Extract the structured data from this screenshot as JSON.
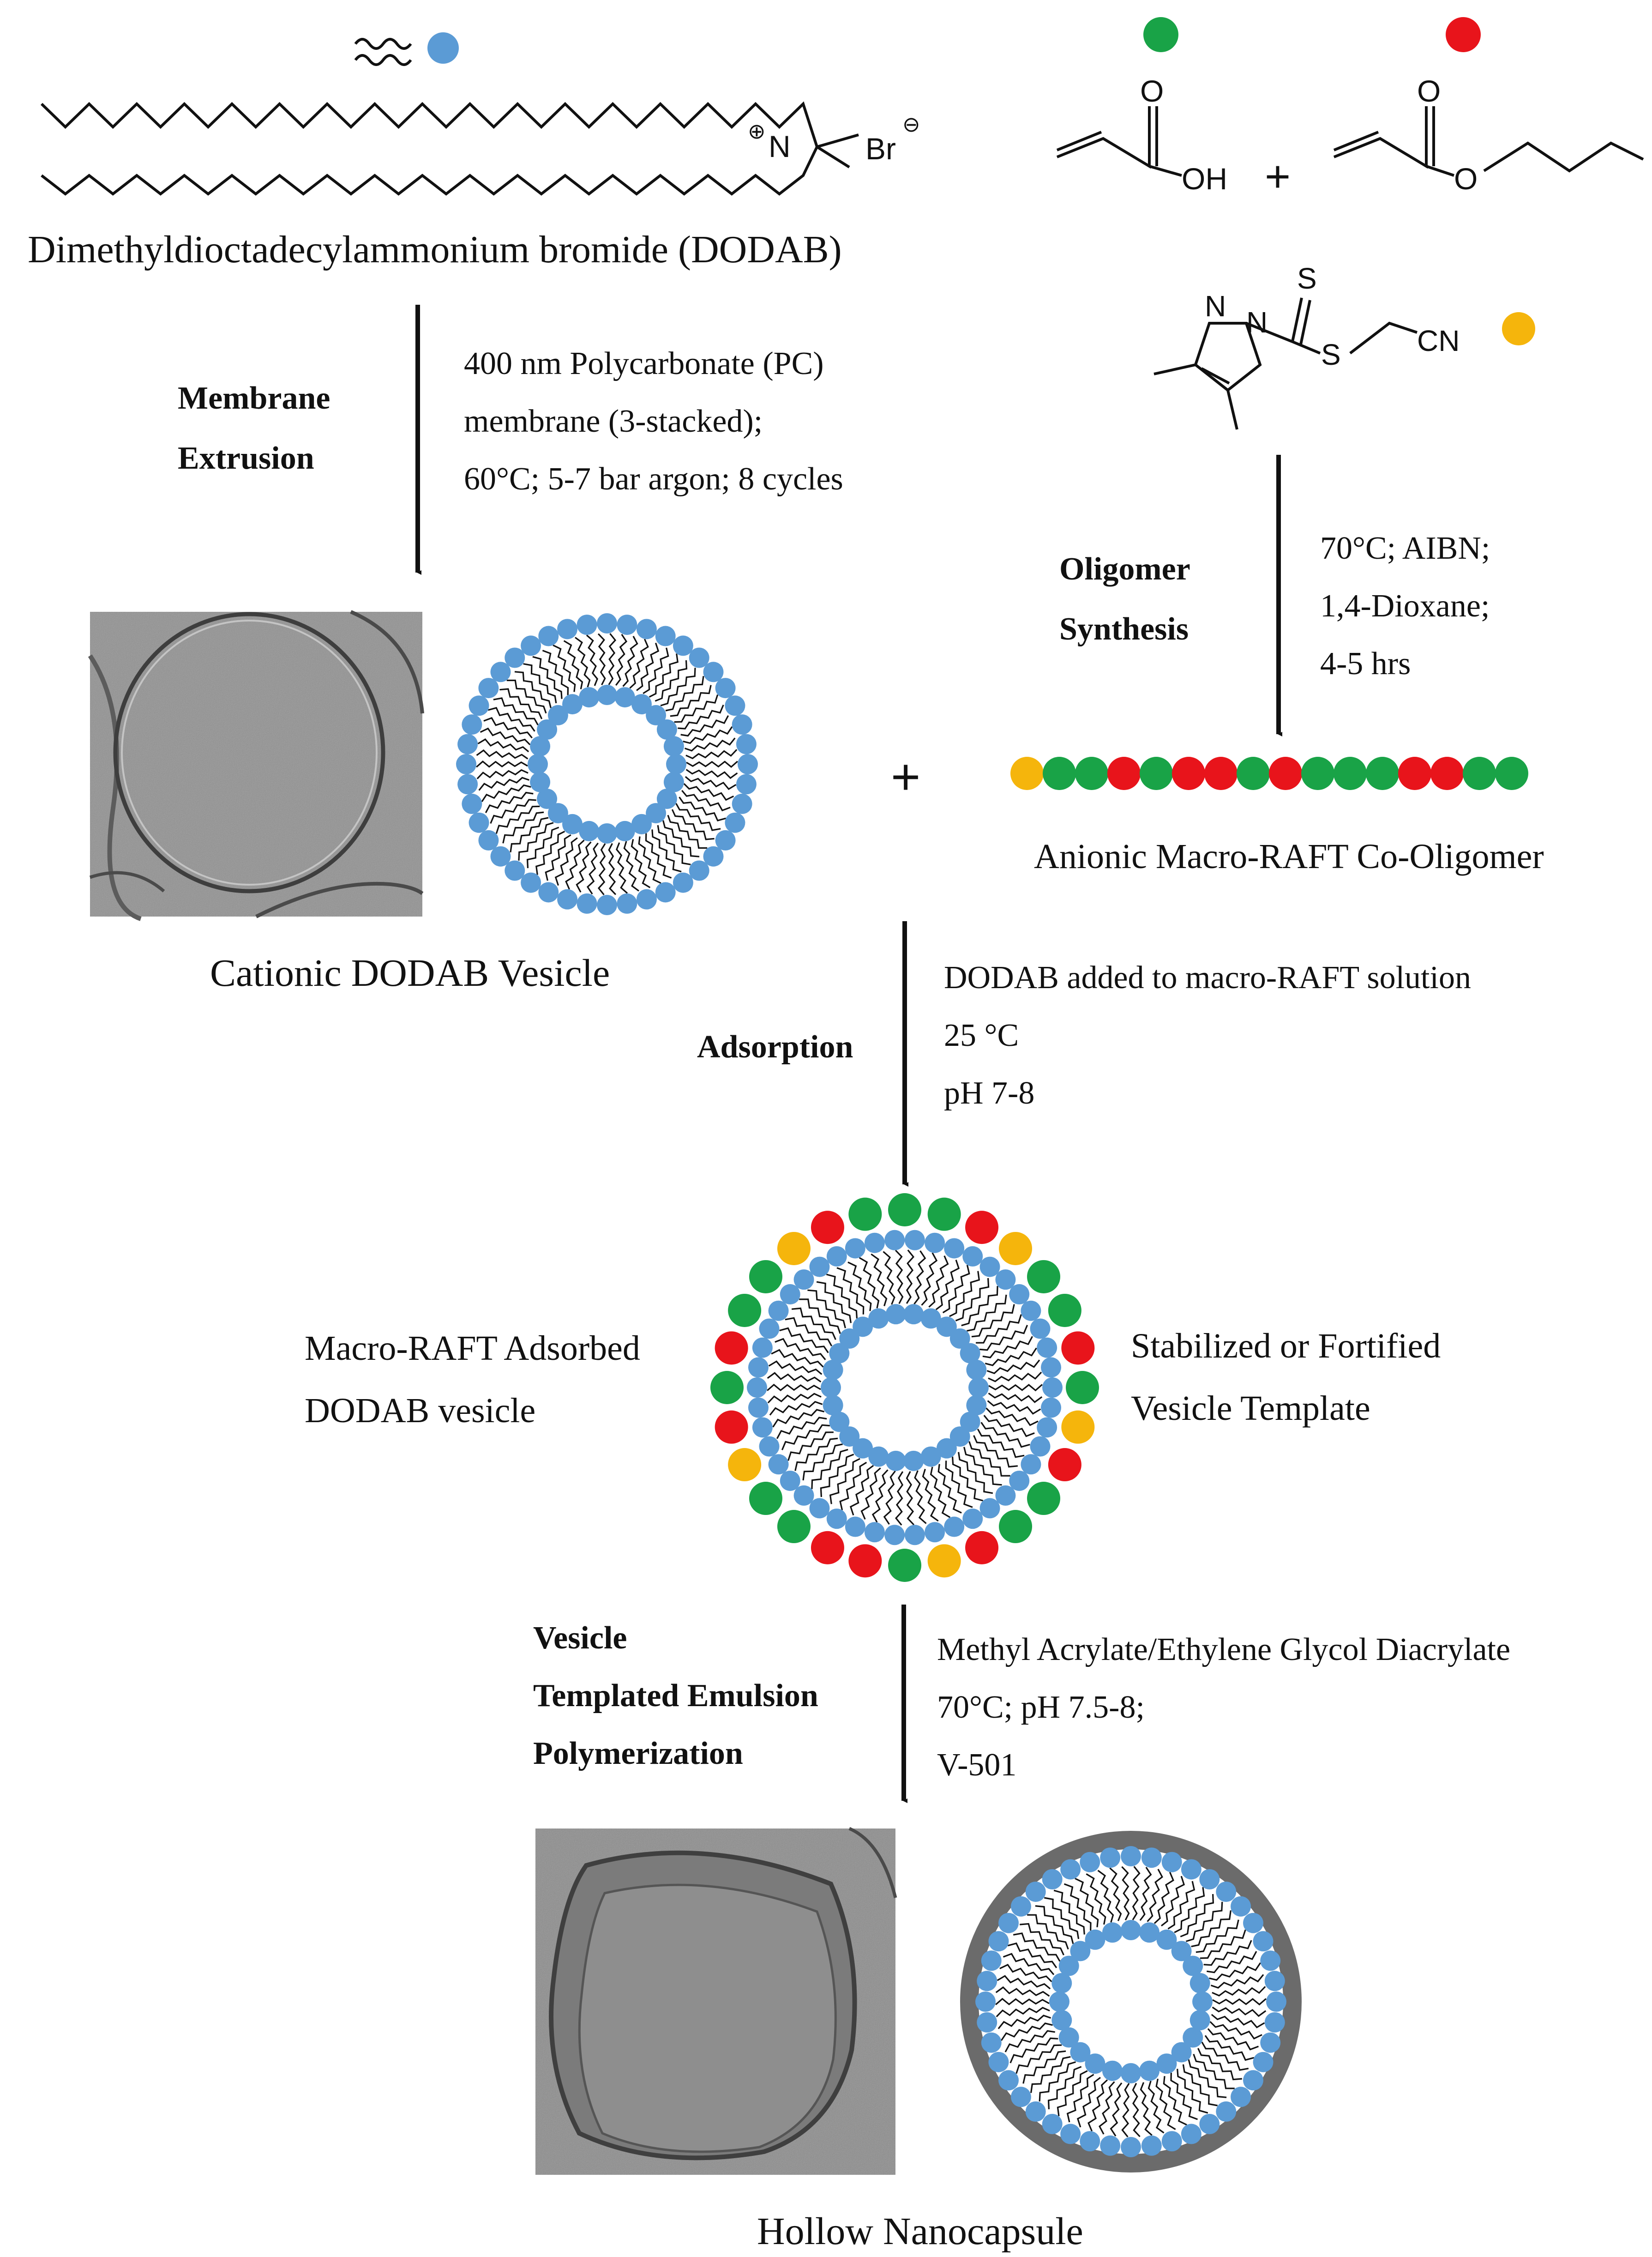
{
  "figure": {
    "dodab_structure": {
      "caption": "Dimethyldioctadecylammonium bromide (DODAB)",
      "cation_label": "N",
      "anion_label": "Br"
    },
    "monomers": {
      "acid_oh_label": "OH",
      "acid_o_label": "O",
      "ester_o_label": "O",
      "ester_o2_label": "O",
      "plus": "+"
    },
    "raft_agent": {
      "s_top": "S",
      "s_mid": "S",
      "n1": "N",
      "n2": "N",
      "cn": "CN"
    },
    "step_extrusion": {
      "title_line1": "Membrane",
      "title_line2": "Extrusion",
      "conditions": [
        "400  nm  Polycarbonate  (PC)",
        "membrane (3-stacked);",
        "60°C; 5-7 bar argon; 8 cycles"
      ]
    },
    "step_oligomer": {
      "title_line1": "Oligomer",
      "title_line2": "Synthesis",
      "conditions": [
        "70°C; AIBN;",
        "1,4-Dioxane;",
        "4-5 hrs"
      ]
    },
    "vesicle_label": "Cationic DODAB Vesicle",
    "plus_middle": "+",
    "oligomer_label": "Anionic Macro-RAFT Co-Oligomer",
    "step_adsorption": {
      "title": "Adsorption",
      "conditions": [
        "DODAB added to macro-RAFT solution",
        "25 °C",
        "pH 7-8"
      ]
    },
    "adsorbed_label": [
      "Macro-RAFT Adsorbed",
      "DODAB vesicle"
    ],
    "template_label": [
      "Stabilized or Fortified",
      "Vesicle Template"
    ],
    "step_polymerization": {
      "title": [
        "Vesicle",
        "Templated Emulsion",
        "Polymerization"
      ],
      "conditions": [
        "Methyl Acrylate/Ethylene Glycol Diacrylate",
        "70°C; pH 7.5-8;",
        "V-501"
      ]
    },
    "final_label": "Hollow Nanocapsule",
    "colors": {
      "lipid_head": "#5b9bd5",
      "acrylic_acid": "#19a347",
      "butyl_acrylate": "#e8141b",
      "raft_end_group": "#f5b50c",
      "polymer_shell": "#6b6b6b",
      "micrograph_bg": "#8f8f8f"
    },
    "oligomer_sequence": [
      "raft_end_group",
      "acrylic_acid",
      "acrylic_acid",
      "butyl_acrylate",
      "acrylic_acid",
      "butyl_acrylate",
      "butyl_acrylate",
      "acrylic_acid",
      "butyl_acrylate",
      "acrylic_acid",
      "acrylic_acid",
      "acrylic_acid",
      "butyl_acrylate",
      "butyl_acrylate",
      "acrylic_acid",
      "acrylic_acid"
    ]
  }
}
